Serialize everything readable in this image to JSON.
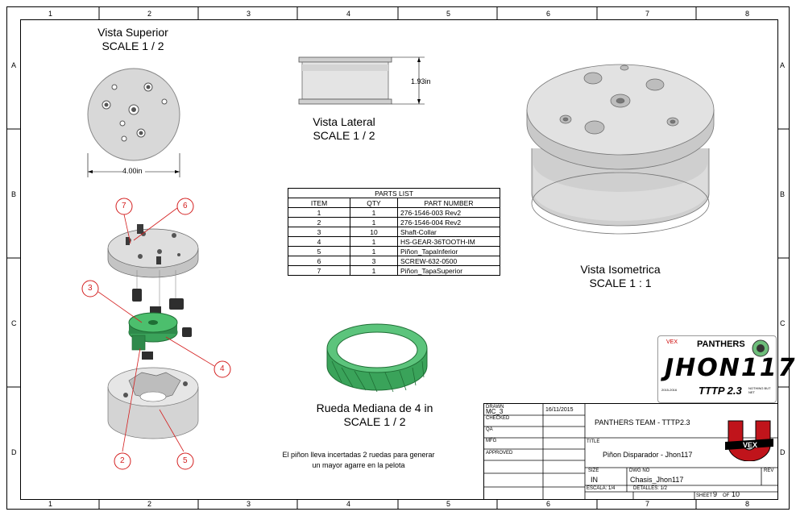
{
  "zones": {
    "columns": [
      "1",
      "2",
      "3",
      "4",
      "5",
      "6",
      "7",
      "8"
    ],
    "rows": [
      "A",
      "B",
      "C",
      "D"
    ]
  },
  "views": {
    "top": {
      "title": "Vista Superior",
      "scale": "SCALE 1 / 2",
      "dimension": "4.00in"
    },
    "side": {
      "title": "Vista Lateral",
      "scale": "SCALE 1 / 2",
      "dimension": "1.93in"
    },
    "iso": {
      "title": "Vista Isometrica",
      "scale": "SCALE 1 : 1"
    },
    "wheel": {
      "title": "Rueda Mediana de 4 in",
      "scale": "SCALE 1 / 2"
    }
  },
  "balloons": [
    "7",
    "6",
    "3",
    "4",
    "2",
    "5"
  ],
  "parts_list": {
    "title": "PARTS LIST",
    "headers": [
      "ITEM",
      "QTY",
      "PART NUMBER"
    ],
    "rows": [
      [
        "1",
        "1",
        "276-1546-003 Rev2"
      ],
      [
        "2",
        "1",
        "276-1546-004 Rev2"
      ],
      [
        "3",
        "10",
        "Shaft-Collar"
      ],
      [
        "4",
        "1",
        "HS-GEAR-36TOOTH-IM"
      ],
      [
        "5",
        "1",
        "Piñon_TapaInferior"
      ],
      [
        "6",
        "3",
        "SCREW-632-0500"
      ],
      [
        "7",
        "1",
        "Piñon_TapaSuperior"
      ]
    ]
  },
  "note": {
    "line1": "El piñon lleva incertadas 2 ruedas para generar",
    "line2": "un mayor agarre en la pelota"
  },
  "logo_card": {
    "team": "PANTHERS",
    "name": "JHON117",
    "code": "TTTP 2.3",
    "small_left": "2015-2016",
    "small_right": "NOTHING BUT NET"
  },
  "title_block": {
    "drawn_label": "DRAWN",
    "drawn_by": "MC_3",
    "drawn_date": "16/11/2015",
    "checked_label": "CHECKED",
    "qa_label": "QA",
    "mfg_label": "MFG",
    "approved_label": "APPROVED",
    "company": "PANTHERS TEAM - TTTP2.3",
    "title_label": "TITLE",
    "title": "Piñon Disparador - Jhon117",
    "size_label": "SIZE",
    "size": "IN",
    "dwg_label": "DWG NO",
    "dwg": "Chasis_Jhon117",
    "rev_label": "REV",
    "escala": "ESCALA: 1/4",
    "detalles": "DETALLES: 1/2",
    "sheet_label": "SHEET",
    "sheet": "9",
    "of_label": "OF",
    "sheets": "10"
  },
  "colors": {
    "gear_green": "#3aa35a",
    "balloon_red": "#d42020",
    "part_gray": "#c8c8c8"
  }
}
